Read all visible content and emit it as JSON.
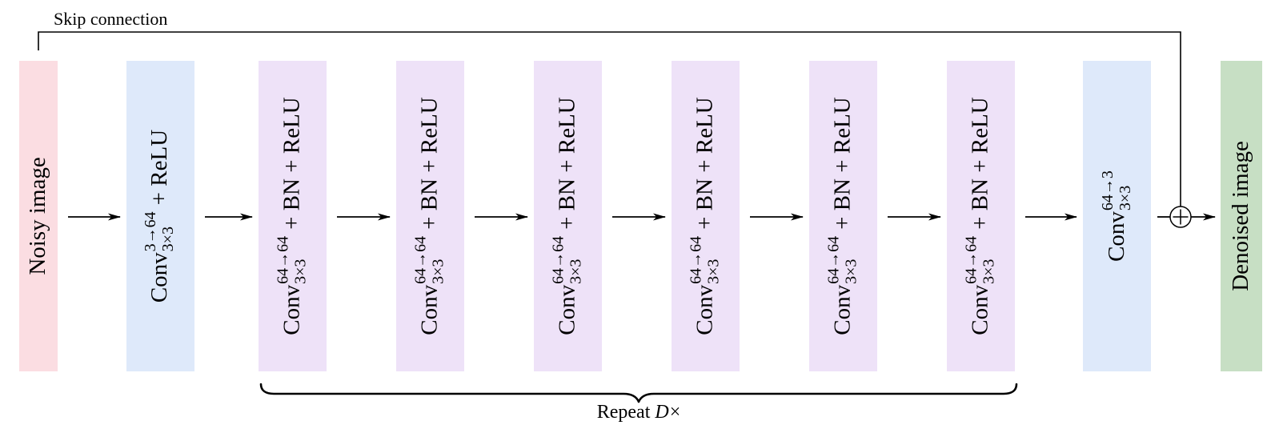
{
  "diagram": {
    "skip_connection_label": "Skip connection",
    "repeat_label": {
      "prefix": "Repeat",
      "variable": "D",
      "times": "×"
    },
    "colors": {
      "input_block": "#fbdde2",
      "conv_io_block": "#dee9fa",
      "conv_hidden_block": "#eee2f8",
      "output_block": "#c7dfc4"
    },
    "blocks": [
      {
        "name": "noisy-image",
        "kind": "input_block",
        "label": "Noisy image"
      },
      {
        "name": "conv-input",
        "kind": "conv_io_block",
        "base": "Conv",
        "sup": "3→64",
        "sub": "3×3",
        "suffix": "+ ReLU"
      },
      {
        "name": "conv-hidden-1",
        "kind": "conv_hidden_block",
        "base": "Conv",
        "sup": "64→64",
        "sub": "3×3",
        "suffix": "+ BN + ReLU"
      },
      {
        "name": "conv-hidden-2",
        "kind": "conv_hidden_block",
        "base": "Conv",
        "sup": "64→64",
        "sub": "3×3",
        "suffix": "+ BN + ReLU"
      },
      {
        "name": "conv-hidden-3",
        "kind": "conv_hidden_block",
        "base": "Conv",
        "sup": "64→64",
        "sub": "3×3",
        "suffix": "+ BN + ReLU"
      },
      {
        "name": "conv-hidden-4",
        "kind": "conv_hidden_block",
        "base": "Conv",
        "sup": "64→64",
        "sub": "3×3",
        "suffix": "+ BN + ReLU"
      },
      {
        "name": "conv-hidden-5",
        "kind": "conv_hidden_block",
        "base": "Conv",
        "sup": "64→64",
        "sub": "3×3",
        "suffix": "+ BN + ReLU"
      },
      {
        "name": "conv-hidden-6",
        "kind": "conv_hidden_block",
        "base": "Conv",
        "sup": "64→64",
        "sub": "3×3",
        "suffix": "+ BN + ReLU"
      },
      {
        "name": "conv-output",
        "kind": "conv_io_block",
        "base": "Conv",
        "sup": "64→3",
        "sub": "3×3",
        "suffix": ""
      },
      {
        "name": "denoised-image",
        "kind": "output_block",
        "label": "Denoised image"
      }
    ]
  }
}
